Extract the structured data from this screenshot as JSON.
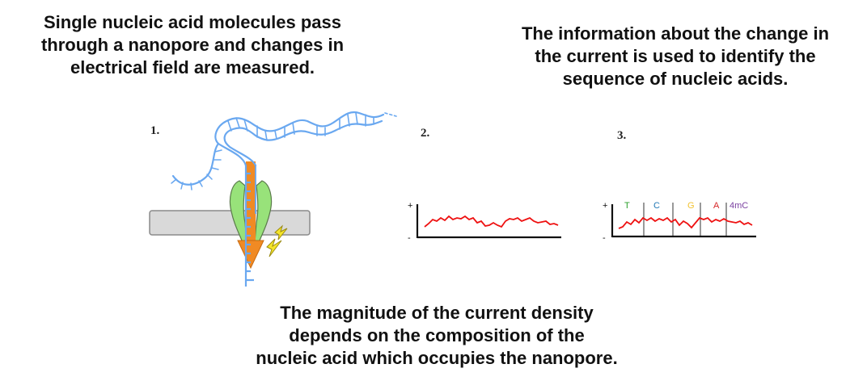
{
  "captions": {
    "top_left": [
      "Single nucleic acid molecules pass",
      "through a nanopore and changes in",
      "electrical field are measured."
    ],
    "top_right": [
      "The information about the change in",
      "the current is used to identify the",
      "sequence of nucleic acids."
    ],
    "bottom": [
      "The magnitude  of the current density",
      "depends on the composition of the",
      "nucleic acid which occupies the nanopore."
    ]
  },
  "steps": {
    "one": "1.",
    "two": "2.",
    "three": "3."
  },
  "graph_axis": {
    "plus": "+",
    "minus": "-"
  },
  "bases": [
    {
      "label": "T",
      "color": "#2ca02c"
    },
    {
      "label": "C",
      "color": "#1f77b4"
    },
    {
      "label": "G",
      "color": "#f2c230"
    },
    {
      "label": "A",
      "color": "#d62728"
    },
    {
      "label": "4mC",
      "color": "#7a3fa0"
    }
  ],
  "colors": {
    "dna": "#6aa8f0",
    "pore_protein": "#98e27a",
    "membrane": "#d9d9d9",
    "arrow": "#f08a24",
    "spark": "#f5e52a",
    "signal": "#ee1111",
    "axis": "#111111"
  }
}
